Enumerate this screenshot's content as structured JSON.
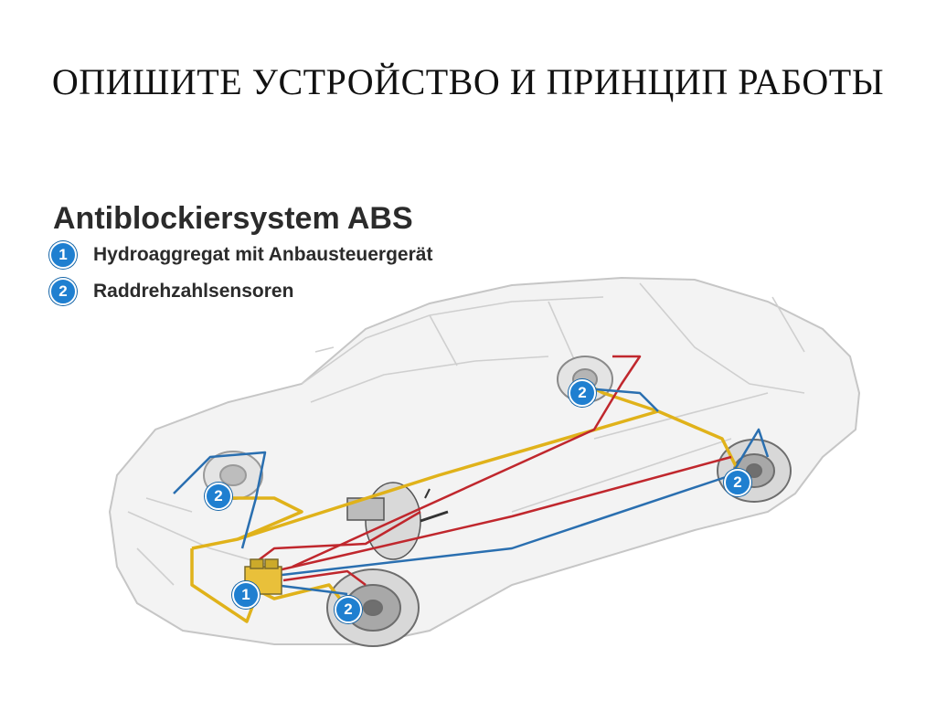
{
  "slide": {
    "title": "ОПИШИТЕ УСТРОЙСТВО И ПРИНЦИП РАБОТЫ"
  },
  "diagram": {
    "title": "Antiblockiersystem ABS",
    "legend": [
      {
        "number": "1",
        "label": "Hydroaggregat mit Anbausteuergerät"
      },
      {
        "number": "2",
        "label": "Raddrehzahlsensoren"
      }
    ],
    "markers": {
      "hydro_unit": "1",
      "sensor_front_left": "2",
      "sensor_front_right": "2",
      "sensor_rear_left": "2",
      "sensor_rear_right": "2"
    },
    "colors": {
      "badge": "#1f7fd0",
      "brake_line_yellow": "#e0b21a",
      "brake_line_red": "#c0272d",
      "sensor_line_blue": "#2a6fb0",
      "car_outline": "#c8c8c8"
    }
  }
}
